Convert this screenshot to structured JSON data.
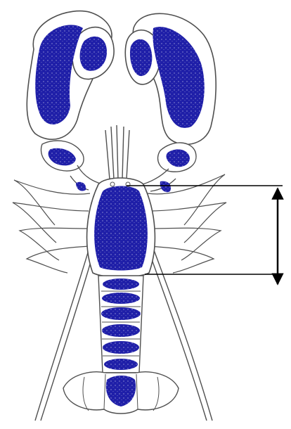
{
  "figure": {
    "subject": "lobster",
    "view": "dorsal",
    "colors": {
      "outline": "#4f4f4f",
      "fill": "#1f1fa8",
      "background": "#ffffff",
      "measure": "#000000"
    },
    "annotation": {
      "type": "double-arrow",
      "measures": "carapace-length",
      "label": ""
    }
  }
}
